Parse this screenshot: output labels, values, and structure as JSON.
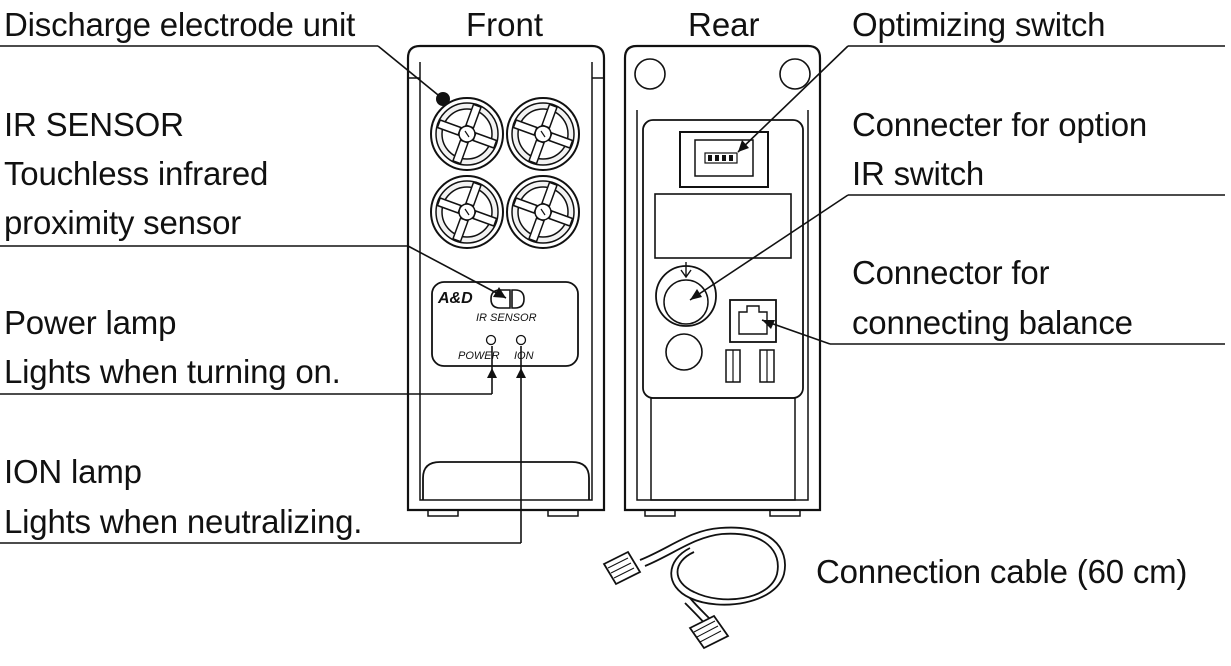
{
  "headers": {
    "front": "Front",
    "rear": "Rear"
  },
  "labels": {
    "discharge": "Discharge electrode unit",
    "ir_sensor_title": "IR SENSOR",
    "ir_sensor_desc1": "Touchless infrared",
    "ir_sensor_desc2": "proximity sensor",
    "power_title": "Power lamp",
    "power_desc": "Lights when turning on.",
    "ion_title": "ION lamp",
    "ion_desc": "Lights when neutralizing.",
    "optimizing": "Optimizing switch",
    "option_connector1": "Connecter for option",
    "option_connector2": "IR switch",
    "balance_connector1": "Connector for",
    "balance_connector2": "connecting balance",
    "cable": "Connection cable (60 cm)"
  },
  "panel": {
    "logo": "A&D",
    "ir_sensor": "IR SENSOR",
    "power": "POWER",
    "ion": "ION"
  }
}
